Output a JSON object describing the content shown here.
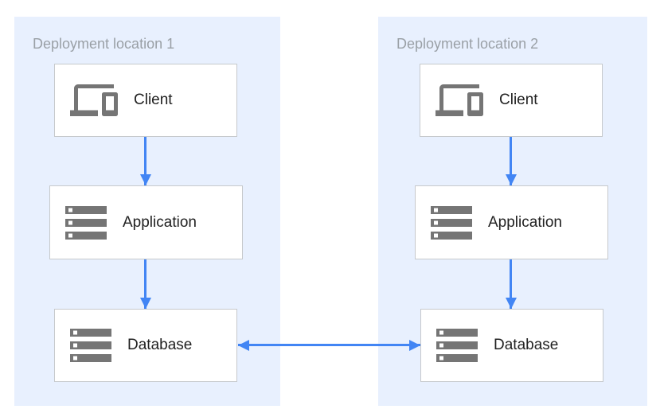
{
  "colors": {
    "accent": "#4285F4",
    "zone_bg": "#E8F0FE",
    "box_border": "#C6C9CC",
    "icon": "#757575",
    "title": "#9AA0A6",
    "label": "#212121",
    "canvas_bg": "#FFFFFF"
  },
  "zones": [
    {
      "title": "Deployment location 1",
      "nodes": [
        {
          "label": "Client",
          "icon": "devices-icon"
        },
        {
          "label": "Application",
          "icon": "storage-icon"
        },
        {
          "label": "Database",
          "icon": "storage-icon"
        }
      ]
    },
    {
      "title": "Deployment location 2",
      "nodes": [
        {
          "label": "Client",
          "icon": "devices-icon"
        },
        {
          "label": "Application",
          "icon": "storage-icon"
        },
        {
          "label": "Database",
          "icon": "storage-icon"
        }
      ]
    }
  ],
  "connections": [
    {
      "from": "Client",
      "to": "Application",
      "zone": "Deployment location 1",
      "type": "arrow-down"
    },
    {
      "from": "Application",
      "to": "Database",
      "zone": "Deployment location 1",
      "type": "arrow-down"
    },
    {
      "from": "Client",
      "to": "Application",
      "zone": "Deployment location 2",
      "type": "arrow-down"
    },
    {
      "from": "Application",
      "to": "Database",
      "zone": "Deployment location 2",
      "type": "arrow-down"
    },
    {
      "from": "Database (Deployment location 1)",
      "to": "Database (Deployment location 2)",
      "type": "arrow-bidirectional"
    }
  ]
}
